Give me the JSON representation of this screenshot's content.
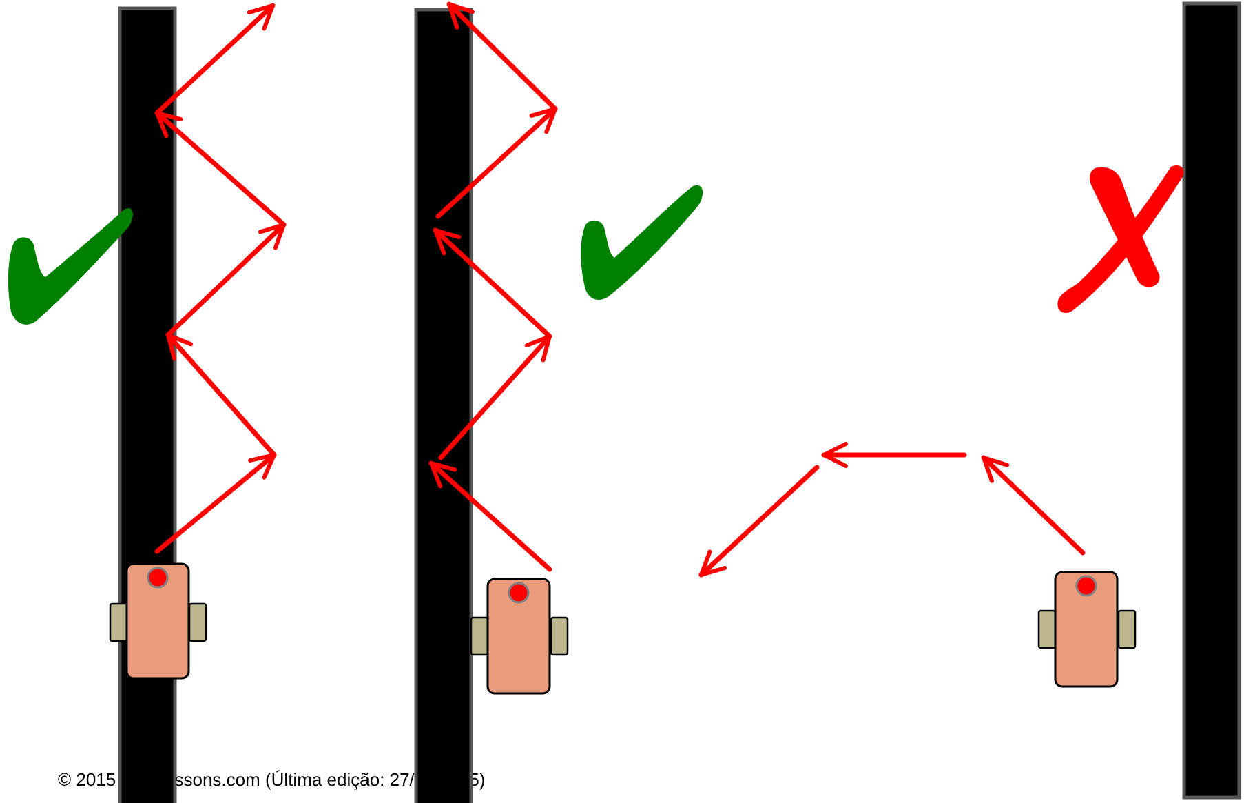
{
  "footer": {
    "copyright": "© 2015 EV3Lessons.com (Última edição: 27/01/2015)"
  },
  "colors": {
    "wall": "#000000",
    "wall_border": "#555555",
    "arrow": "#ff0000",
    "check": "#008000",
    "cross": "#ff0000",
    "robot_body": "#e99b7b",
    "robot_wheel": "#bdb78f",
    "robot_sensor": "#ff0000"
  },
  "panels": [
    {
      "id": "left",
      "result": "check-icon"
    },
    {
      "id": "middle",
      "result": "check-icon"
    },
    {
      "id": "right",
      "result": "cross-icon"
    }
  ]
}
